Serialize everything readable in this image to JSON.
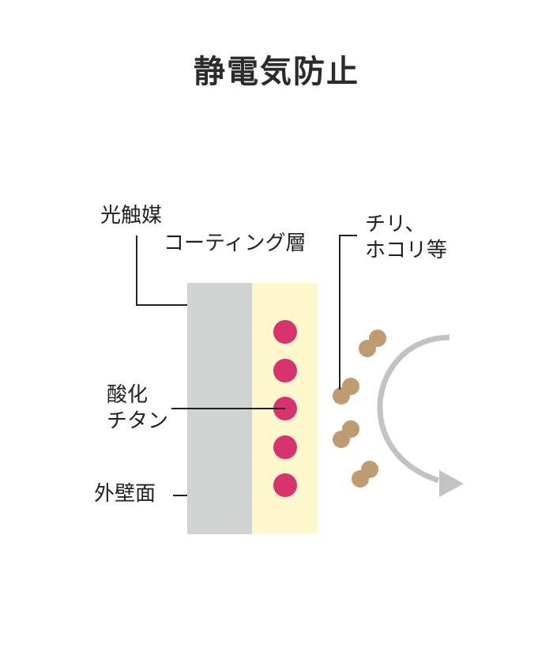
{
  "title": "静電気防止",
  "labels": {
    "coating": [
      "光触媒",
      "コーティング層"
    ],
    "dust": [
      "チリ、",
      "ホコリ等"
    ],
    "titanium": [
      "酸化",
      "チタン"
    ],
    "wall": "外壁面"
  },
  "colors": {
    "wall": "#d1d2d2",
    "coating": "#fdf8cb",
    "titanium_dot": "#d8336e",
    "dust": "#bf9b70",
    "arrow": "#c3c3c3",
    "leader_line": "#222222"
  },
  "counts": {
    "titanium_particles": 5,
    "dust_clusters": 4
  }
}
